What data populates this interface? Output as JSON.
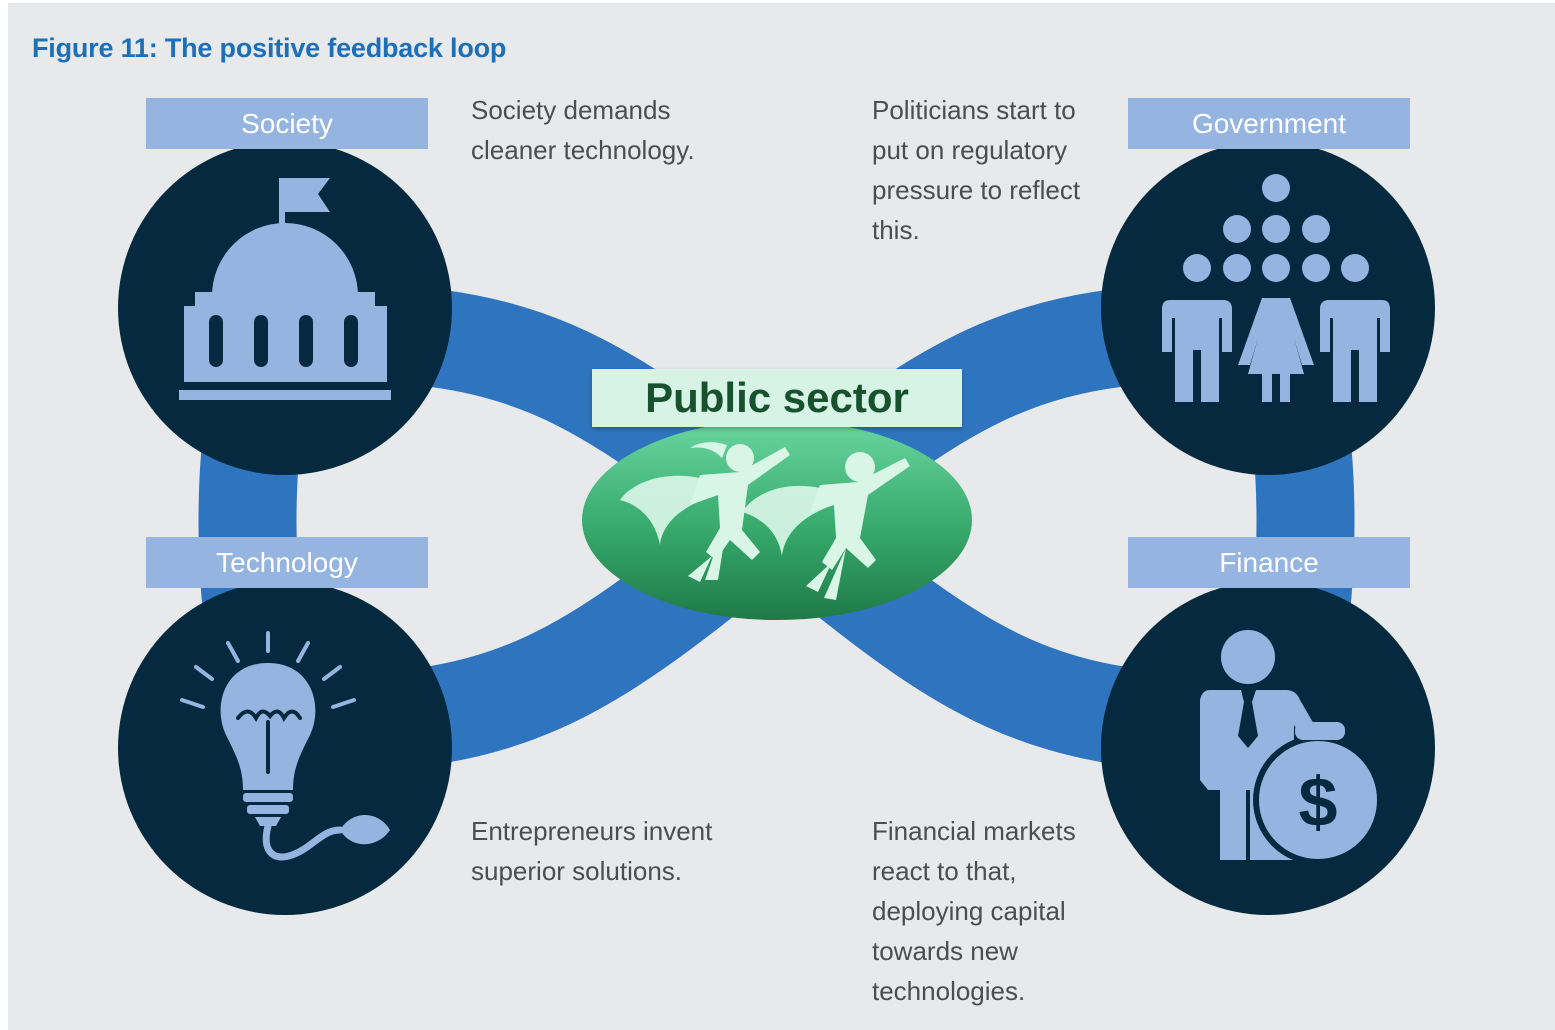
{
  "figure_title": "Figure 11: The positive feedback loop",
  "nodes": {
    "society": {
      "label": "Society",
      "icon": "capitol-building-icon"
    },
    "government": {
      "label": "Government",
      "icon": "people-group-icon"
    },
    "technology": {
      "label": "Technology",
      "icon": "lightbulb-leaf-icon"
    },
    "finance": {
      "label": "Finance",
      "icon": "businessman-money-bag-icon"
    }
  },
  "captions": {
    "society": [
      "Society demands",
      "cleaner technology."
    ],
    "government": [
      "Politicians start to",
      "put on regulatory",
      "pressure to reflect",
      "this."
    ],
    "technology": [
      "Entrepreneurs invent",
      "superior solutions."
    ],
    "finance": [
      "Financial markets",
      "react to that,",
      "deploying capital",
      "towards new",
      "technologies."
    ]
  },
  "center": {
    "label": "Public sector",
    "icon": "superheroes-icon"
  },
  "colors": {
    "background": "#e8e9eb",
    "title": "#1d6fb8",
    "loop": "#2f74be",
    "circle": "#052a40",
    "icon": "#95b4df",
    "label_bg": "#95b4df",
    "center_green": "#37a86a",
    "center_label_bg": "#d6f3e6",
    "center_label_text": "#17512e"
  }
}
